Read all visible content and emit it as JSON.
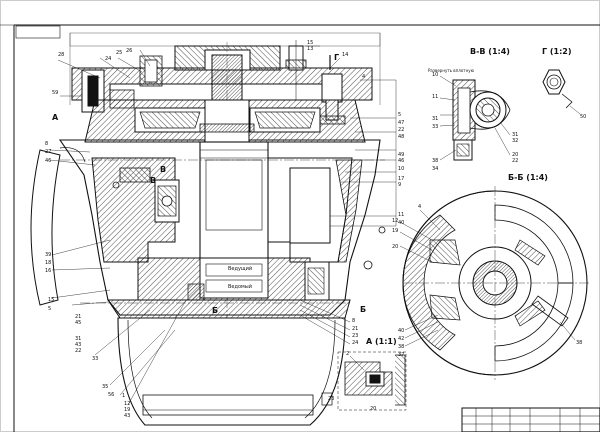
{
  "section_titles": {
    "v_v": "В-В (1:4)",
    "g": "Г (1:2)",
    "b_b": "Б-Б (1:4)",
    "a": "А (1:1)"
  },
  "view_markers": {
    "a_left": "А",
    "v_mid": "В",
    "g_top": "Г",
    "b_bottom": "Б",
    "b_right": "Б",
    "v_right": "В"
  },
  "callouts": {
    "top": [
      "28",
      "24",
      "25",
      "26",
      "15",
      "13",
      "14",
      "4"
    ],
    "top_right": [
      "1",
      "3"
    ],
    "left": [
      "59",
      "8",
      "27",
      "46",
      "39",
      "18",
      "16",
      "15",
      "5",
      "21",
      "45",
      "31",
      "43",
      "22",
      "33",
      "35",
      "56",
      "1",
      "12",
      "19",
      "43"
    ],
    "right_main": [
      "5",
      "47",
      "22",
      "48",
      "49",
      "46",
      "10",
      "17",
      "9",
      "11",
      "40",
      "8",
      "21",
      "23",
      "24",
      "23"
    ],
    "bottom": [
      "45",
      "31",
      "43"
    ],
    "vv": [
      "10",
      "11",
      "31",
      "33",
      "38",
      "34",
      "31",
      "32",
      "20",
      "22"
    ],
    "g": [
      "50"
    ],
    "bb": [
      "4",
      "12",
      "19",
      "20",
      "40",
      "42",
      "38",
      "37",
      "38"
    ],
    "a_detail": [
      "2",
      "20"
    ]
  },
  "notes": {
    "vv_note": "Развернуть вплотную",
    "inner_1": "Ведущий",
    "inner_2": "Ведомый"
  },
  "icons": [
    "gear-icon",
    "bolt-icon",
    "nut-icon",
    "bearing-icon",
    "shaft-icon"
  ]
}
